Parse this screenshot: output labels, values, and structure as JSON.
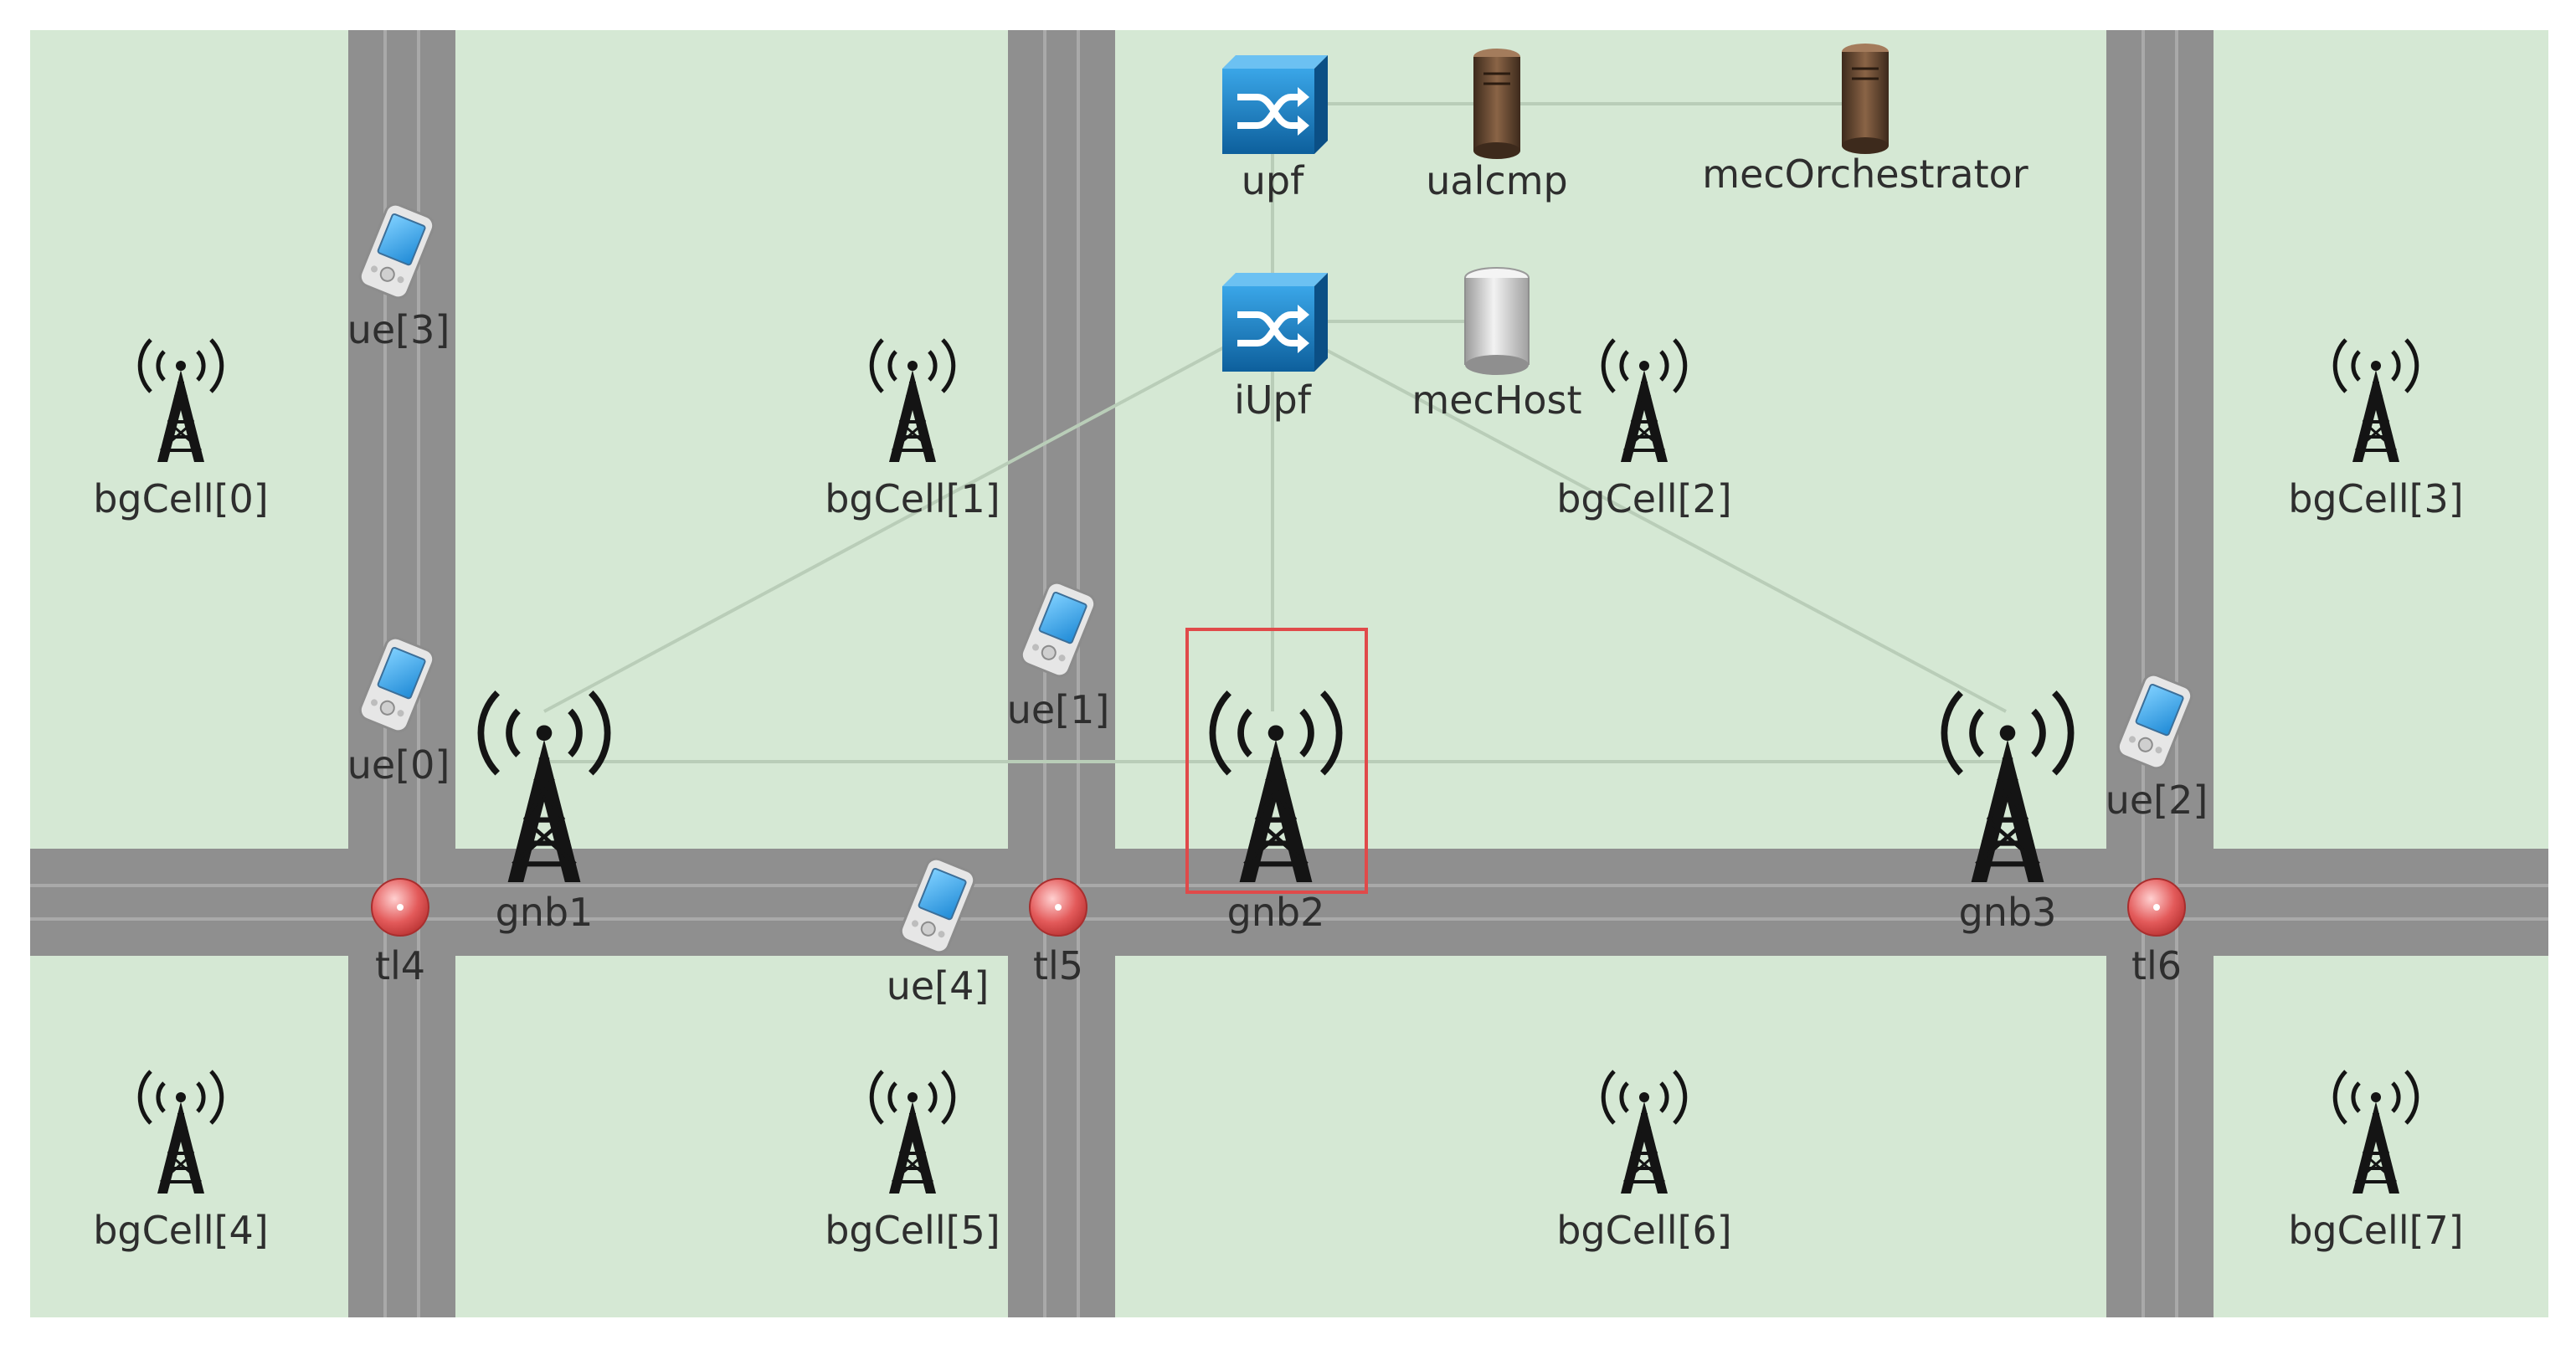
{
  "colors": {
    "field": "#d5e8d4",
    "road": "#8f8f8f",
    "road_line": "#a9a9a9",
    "link": "#b9cdb8",
    "tower": "#141414",
    "switch": "#1a7fc4",
    "server": "#6b4a33",
    "traffic_light": "#d94545",
    "selection": "#e04a4a",
    "label": "#2e2e2e"
  },
  "nodes": {
    "upf": {
      "label": "upf",
      "icon": "router-icon"
    },
    "ualcmp": {
      "label": "ualcmp",
      "icon": "server-tower-icon"
    },
    "mecOrchestrator": {
      "label": "mecOrchestrator",
      "icon": "server-tower-icon"
    },
    "iUpf": {
      "label": "iUpf",
      "icon": "router-icon"
    },
    "mecHost": {
      "label": "mecHost",
      "icon": "server-box-icon"
    },
    "gnb1": {
      "label": "gnb1",
      "icon": "antenna-tower-icon"
    },
    "gnb2": {
      "label": "gnb2",
      "icon": "antenna-tower-icon",
      "selected": true
    },
    "gnb3": {
      "label": "gnb3",
      "icon": "antenna-tower-icon"
    },
    "tl4": {
      "label": "tl4",
      "icon": "traffic-light-icon"
    },
    "tl5": {
      "label": "tl5",
      "icon": "traffic-light-icon"
    },
    "tl6": {
      "label": "tl6",
      "icon": "traffic-light-icon"
    },
    "ue": [
      {
        "label": "ue[0]",
        "icon": "handheld-device-icon"
      },
      {
        "label": "ue[1]",
        "icon": "handheld-device-icon"
      },
      {
        "label": "ue[2]",
        "icon": "handheld-device-icon"
      },
      {
        "label": "ue[3]",
        "icon": "handheld-device-icon"
      },
      {
        "label": "ue[4]",
        "icon": "handheld-device-icon"
      }
    ],
    "bgCell": [
      {
        "label": "bgCell[0]",
        "icon": "antenna-tower-icon"
      },
      {
        "label": "bgCell[1]",
        "icon": "antenna-tower-icon"
      },
      {
        "label": "bgCell[2]",
        "icon": "antenna-tower-icon"
      },
      {
        "label": "bgCell[3]",
        "icon": "antenna-tower-icon"
      },
      {
        "label": "bgCell[4]",
        "icon": "antenna-tower-icon"
      },
      {
        "label": "bgCell[5]",
        "icon": "antenna-tower-icon"
      },
      {
        "label": "bgCell[6]",
        "icon": "antenna-tower-icon"
      },
      {
        "label": "bgCell[7]",
        "icon": "antenna-tower-icon"
      }
    ]
  },
  "links": [
    [
      "upf",
      "ualcmp"
    ],
    [
      "ualcmp",
      "mecOrchestrator"
    ],
    [
      "upf",
      "iUpf"
    ],
    [
      "iUpf",
      "mecHost"
    ],
    [
      "iUpf",
      "gnb1"
    ],
    [
      "iUpf",
      "gnb2"
    ],
    [
      "iUpf",
      "gnb3"
    ],
    [
      "gnb1",
      "gnb3"
    ]
  ]
}
